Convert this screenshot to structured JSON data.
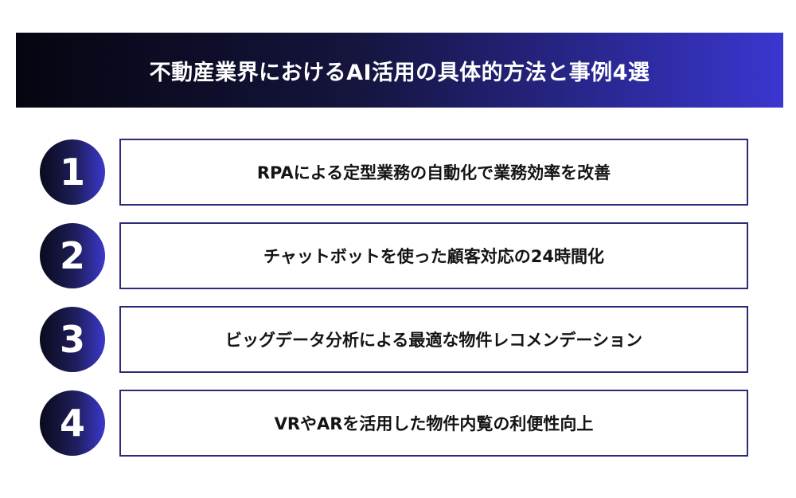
{
  "header": {
    "title": "不動産業界におけるAI活用の具体的方法と事例4選"
  },
  "items": [
    {
      "number": "1",
      "text": "RPAによる定型業務の自動化で業務効率を改善"
    },
    {
      "number": "2",
      "text": "チャットボットを使った顧客対応の24時間化"
    },
    {
      "number": "3",
      "text": "ビッグデータ分析による最適な物件レコメンデーション"
    },
    {
      "number": "4",
      "text": "VRやARを活用した物件内覧の利便性向上"
    }
  ],
  "colors": {
    "banner_start": "#050510",
    "banner_end": "#3a36d0",
    "box_border": "#2b2b7a",
    "text": "#141414"
  }
}
